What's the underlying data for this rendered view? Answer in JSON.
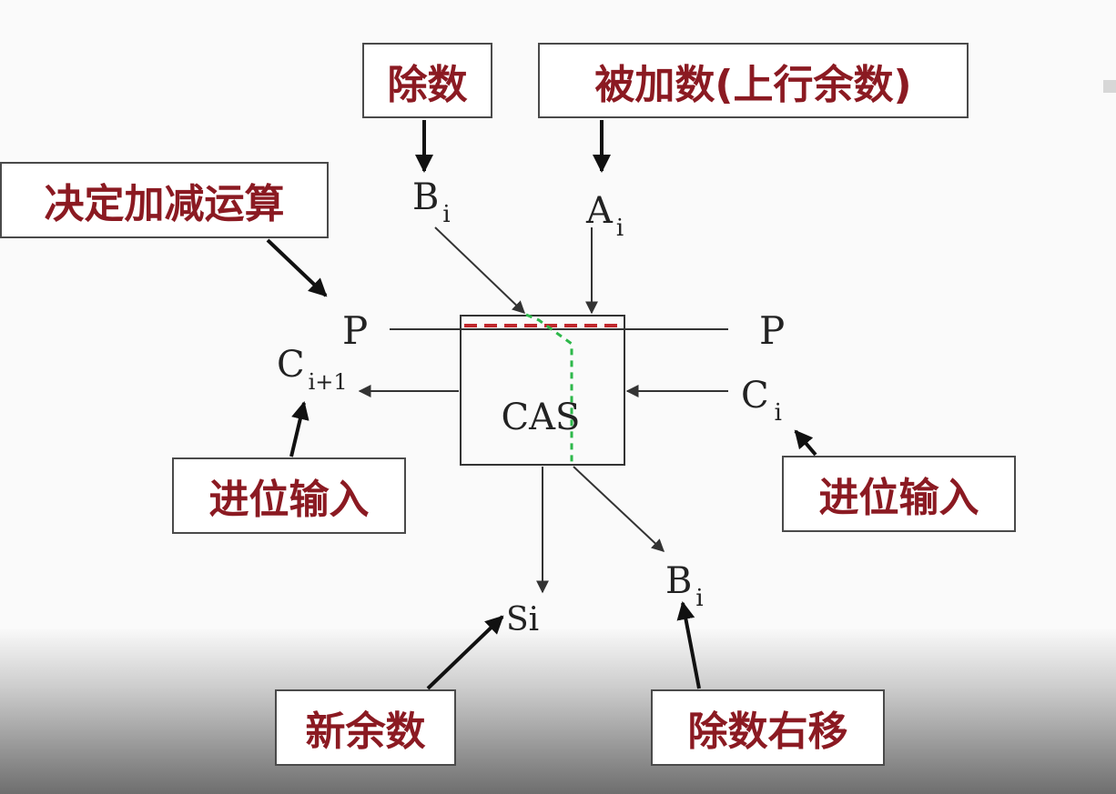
{
  "labels": {
    "divisor": "除数",
    "dividend": "被加数(上行余数)",
    "op_control": "决定加减运算",
    "carry_in_left": "进位输入",
    "carry_in_right": "进位输入",
    "new_remainder": "新余数",
    "divisor_shift": "除数右移"
  },
  "cell": {
    "name": "CAS",
    "top_left": {
      "base": "B",
      "sub": "i"
    },
    "top_right": {
      "base": "A",
      "sub": "i"
    },
    "p_left": "P",
    "p_right": "P",
    "carry_out": {
      "base": "C",
      "sub": "i+1"
    },
    "carry_in": {
      "base": "C",
      "sub": "i"
    },
    "sum_out": "Si",
    "divisor_out": {
      "base": "B",
      "sub": "i"
    }
  },
  "colors": {
    "label_text": "#8b1a22",
    "red_dashed": "#c0282d",
    "green_dashed": "#2db84a",
    "line": "#333333"
  }
}
